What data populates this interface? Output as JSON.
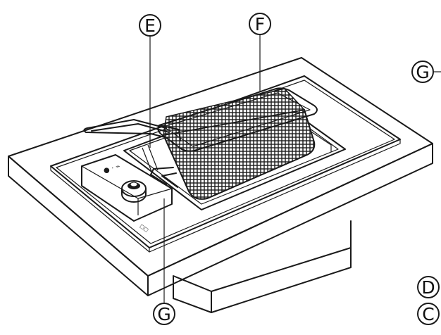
{
  "labels": {
    "E": "E",
    "F": "F",
    "G_top": "G",
    "G_bottom": "G",
    "D": "D",
    "C": "C"
  }
}
